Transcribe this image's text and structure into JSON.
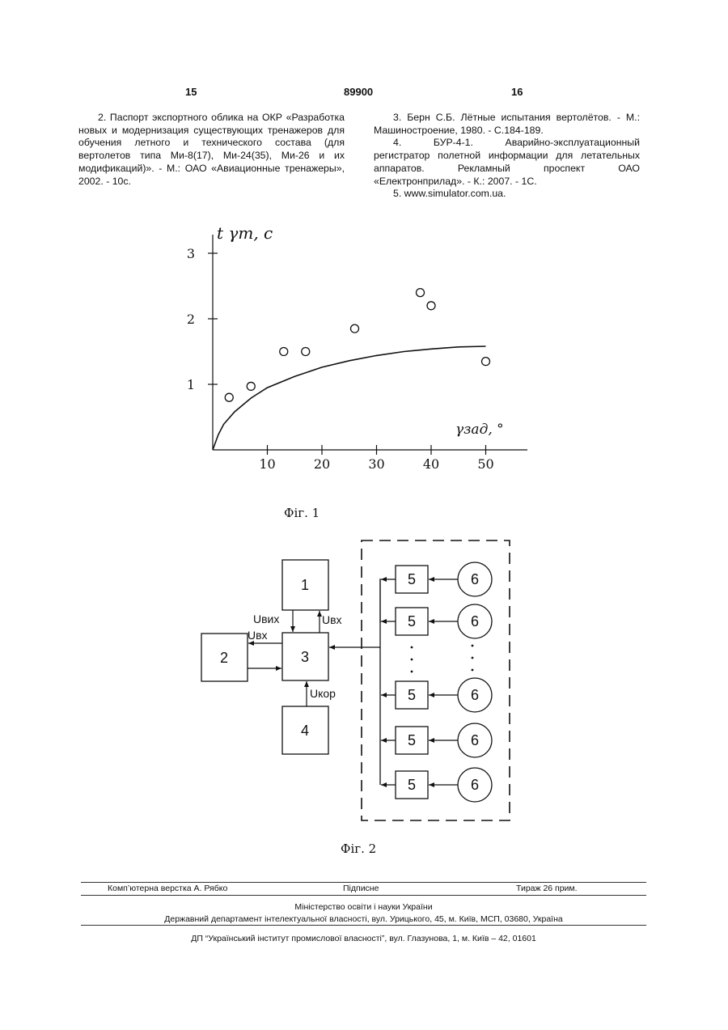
{
  "header": {
    "page_left": "15",
    "patent_number": "89900",
    "page_right": "16"
  },
  "references": {
    "left": [
      "2. Паспорт экспортного облика на ОКР «Разработка новых и модернизация существующих тренажеров для обучения летного и технического состава (для вертолетов типа Ми-8(17), Ми-24(35), Ми-26 и их модификаций)». - М.: ОАО «Авиационные тренажеры», 2002. - 10с."
    ],
    "right": [
      "3. Берн С.Б. Лётные испытания вертолётов. - М.: Машиностроение, 1980. - С.184-189.",
      "4. БУР-4-1. Аварийно-эксплуатационный регистратор полетной информации для летательных аппаратов. Рекламный проспект ОАО «Електронприлад». - К.: 2007. - 1С.",
      "5. www.simulator.com.ua."
    ]
  },
  "fig1": {
    "caption": "Фіг. 1",
    "y_label": "t γm, c",
    "x_label": "γзад, °",
    "y_ticks": [
      "1",
      "2",
      "3"
    ],
    "x_ticks": [
      "10",
      "20",
      "30",
      "40",
      "50"
    ],
    "chart_data": {
      "type": "scatter",
      "x_range": [
        0,
        56
      ],
      "y_range": [
        0,
        3.3
      ],
      "points": [
        {
          "x": 3,
          "y": 0.8
        },
        {
          "x": 7,
          "y": 0.97
        },
        {
          "x": 13,
          "y": 1.5
        },
        {
          "x": 17,
          "y": 1.5
        },
        {
          "x": 26,
          "y": 1.85
        },
        {
          "x": 38,
          "y": 2.4
        },
        {
          "x": 40,
          "y": 2.2
        },
        {
          "x": 50,
          "y": 1.35
        }
      ],
      "curve": [
        {
          "x": 0,
          "y": 0.0
        },
        {
          "x": 1,
          "y": 0.23
        },
        {
          "x": 2,
          "y": 0.39
        },
        {
          "x": 4,
          "y": 0.58
        },
        {
          "x": 7,
          "y": 0.79
        },
        {
          "x": 10,
          "y": 0.95
        },
        {
          "x": 15,
          "y": 1.12
        },
        {
          "x": 20,
          "y": 1.26
        },
        {
          "x": 25,
          "y": 1.36
        },
        {
          "x": 30,
          "y": 1.44
        },
        {
          "x": 35,
          "y": 1.5
        },
        {
          "x": 40,
          "y": 1.54
        },
        {
          "x": 45,
          "y": 1.57
        },
        {
          "x": 50,
          "y": 1.58
        }
      ]
    }
  },
  "fig2": {
    "caption": "Фіг. 2",
    "blocks": [
      "1",
      "2",
      "3",
      "4"
    ],
    "sensor_label": "5",
    "source_label": "6",
    "signals": {
      "u_out": "Uвих",
      "u_in_top": "Uвх",
      "u_in_left": "Uвх",
      "u_corr": "Uкор"
    }
  },
  "footer": {
    "layout_by": "Комп’ютерна верстка А. Рябко",
    "signed": "Підписне",
    "circulation": "Тираж 26 прим.",
    "ministry": "Міністерство освіти і науки України",
    "department": "Державний департамент інтелектуальної власності, вул. Урицького, 45, м. Київ, МСП, 03680, Україна",
    "institute": "ДП “Український інститут промислової власності”, вул. Глазунова, 1, м. Київ – 42, 01601"
  }
}
